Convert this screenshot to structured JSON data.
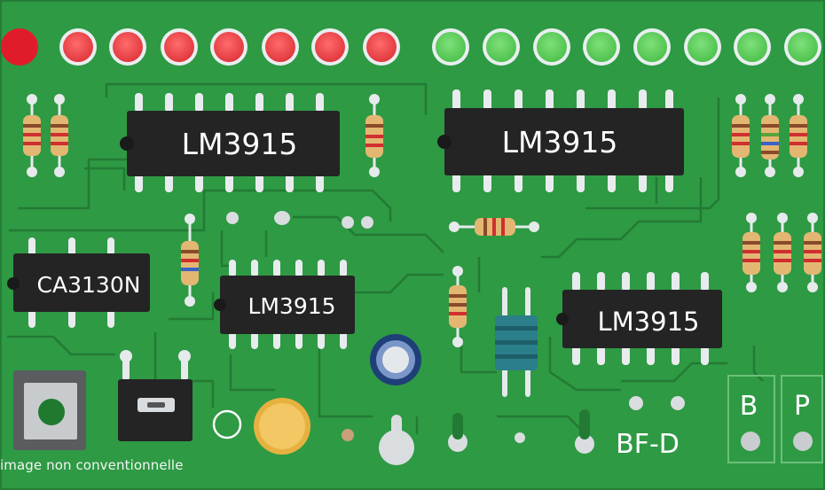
{
  "board": {
    "chips": [
      {
        "label": "LM3915"
      },
      {
        "label": "LM3915"
      },
      {
        "label": "CA3130N"
      },
      {
        "label": "LM3915"
      },
      {
        "label": "LM3915"
      }
    ],
    "silkscreen": {
      "b": "B",
      "p": "P",
      "id": "BF-D"
    },
    "caption": "image non conventionnelle",
    "colors": {
      "pcb": "#2e9a44",
      "trace": "#237a34",
      "led_red": "#e1383e",
      "led_green": "#4fc24e",
      "chip": "#242424",
      "pad": "#d9dde0"
    }
  }
}
